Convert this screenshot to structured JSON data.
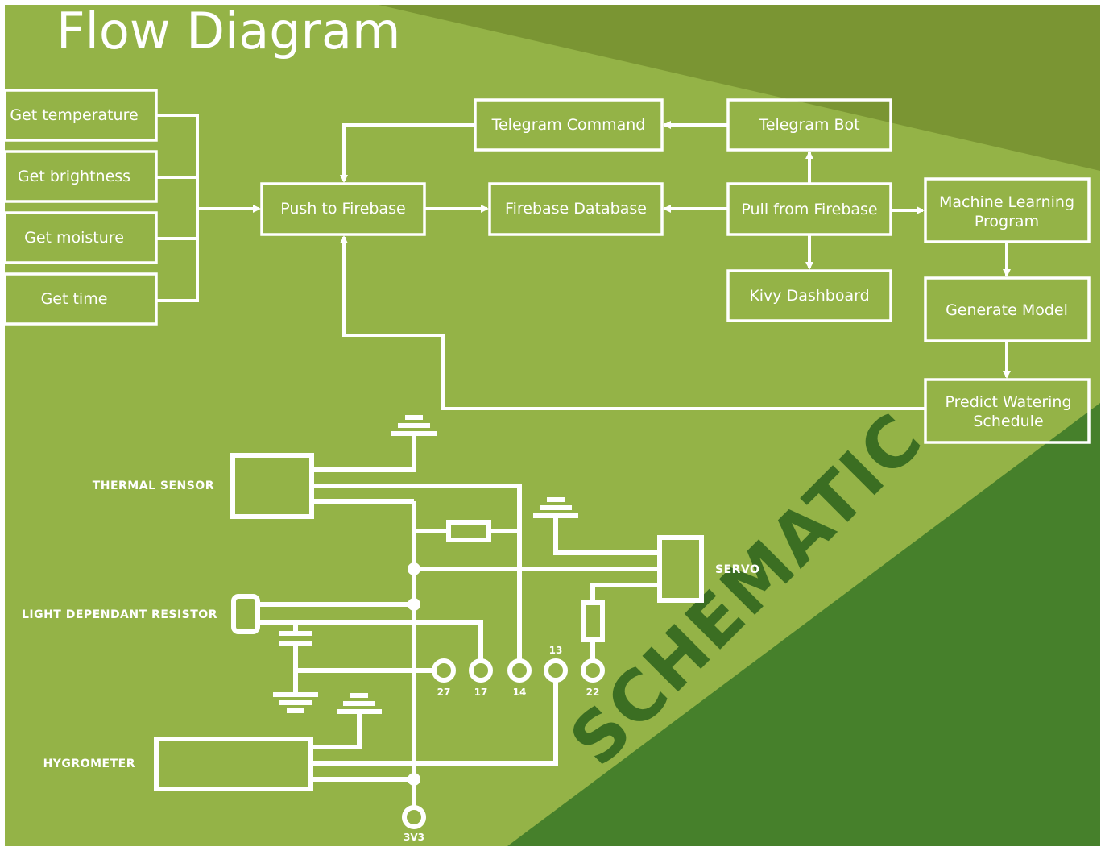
{
  "title": "Flow Diagram",
  "colors": {
    "background": "#94b347",
    "corner_top_right": "#7a9533",
    "corner_bottom_right": "#46802b",
    "lines": "#ffffff",
    "stamp_text": "#3b6e22"
  },
  "flow": {
    "nodes": {
      "get_temperature": "Get temperature",
      "get_brightness": "Get brightness",
      "get_moisture": "Get moisture",
      "get_time": "Get time",
      "push_to_firebase": "Push to Firebase",
      "firebase_database": "Firebase Database",
      "telegram_command": "Telegram Command",
      "telegram_bot": "Telegram Bot",
      "pull_from_firebase": "Pull from Firebase",
      "kivy_dashboard": "Kivy Dashboard",
      "ml_program_line1": "Machine Learning",
      "ml_program_line2": "Program",
      "generate_model": "Generate Model",
      "predict_line1": "Predict Watering",
      "predict_line2": "Schedule"
    }
  },
  "schematic": {
    "stamp": "SCHEMATIC",
    "components": {
      "thermal_sensor": "THERMAL SENSOR",
      "ldr": "LIGHT DEPENDANT RESISTOR",
      "hygrometer": "HYGROMETER",
      "servo": "SERVO"
    },
    "pins": {
      "p27": "27",
      "p17": "17",
      "p14": "14",
      "p13": "13",
      "p22": "22",
      "p3v3": "3V3"
    }
  }
}
